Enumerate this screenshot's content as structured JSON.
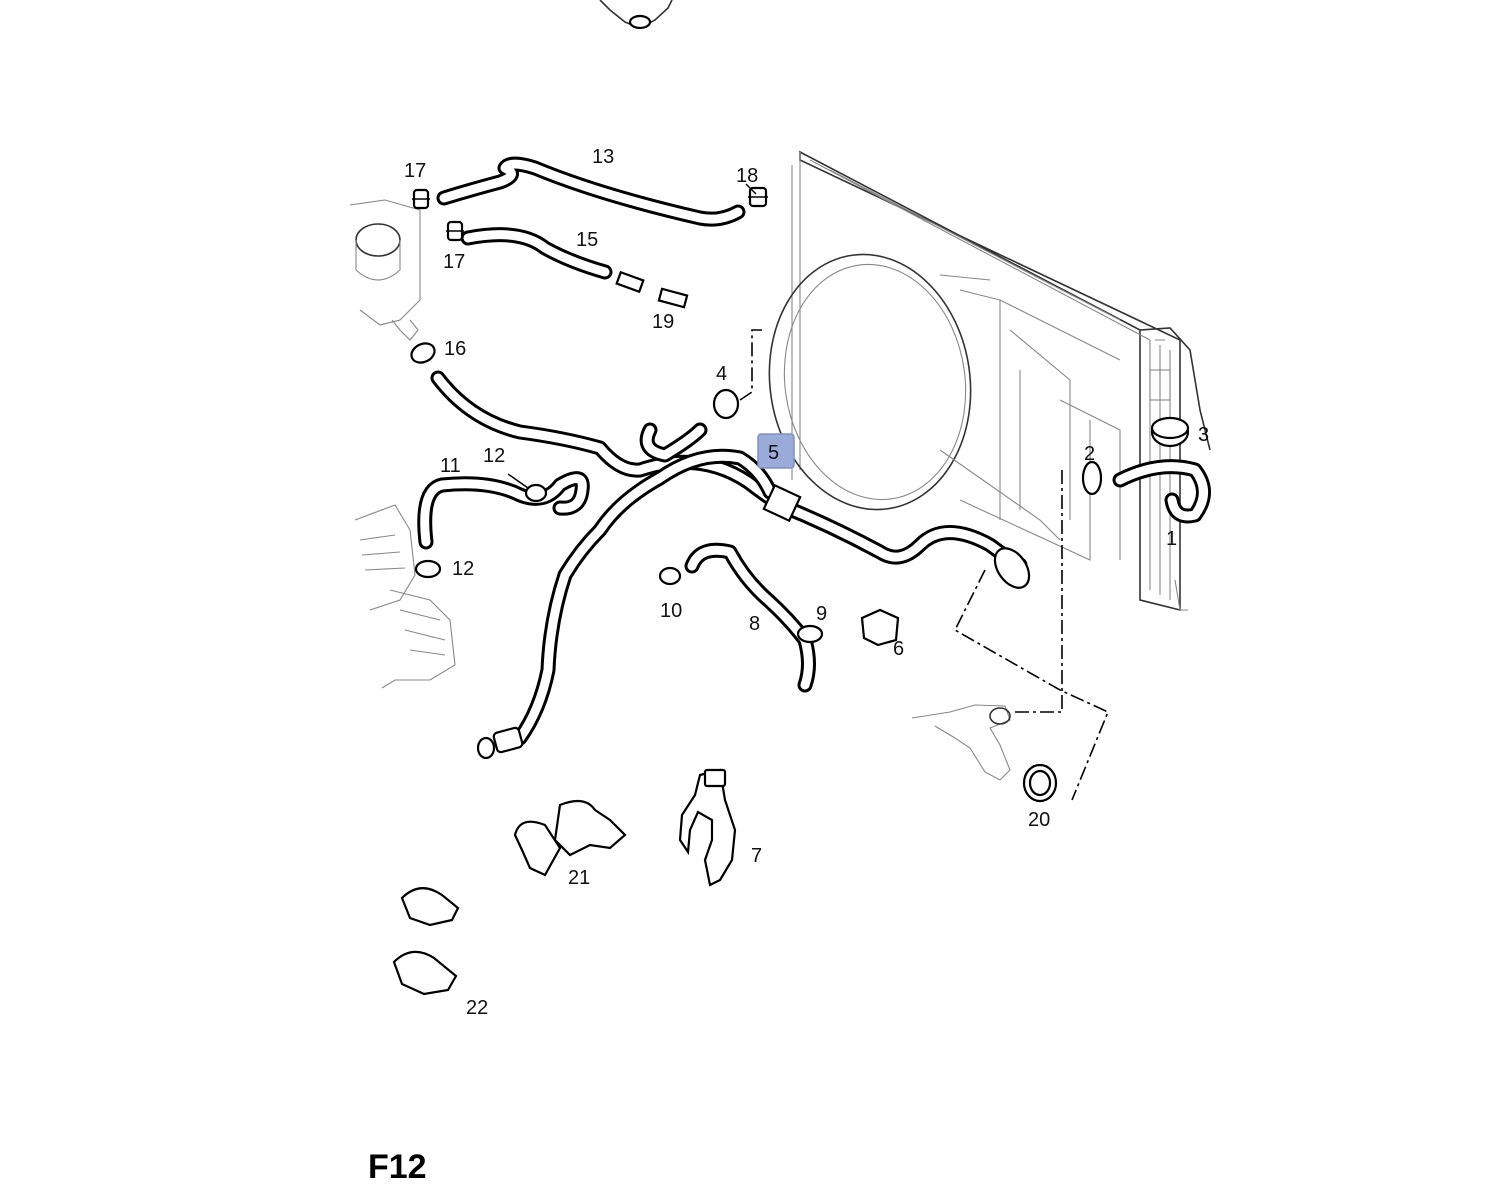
{
  "diagram": {
    "page_code": "F12",
    "highlight_color": "#9aaad9",
    "labels": {
      "p1": "1",
      "p2": "2",
      "p3": "3",
      "p4": "4",
      "p5": "5",
      "p6": "6",
      "p7": "7",
      "p8": "8",
      "p9": "9",
      "p10": "10",
      "p11": "11",
      "p12a": "12",
      "p12b": "12",
      "p13": "13",
      "p15": "15",
      "p16": "16",
      "p17a": "17",
      "p17b": "17",
      "p18": "18",
      "p19": "19",
      "p20": "20",
      "p21": "21",
      "p22": "22"
    }
  }
}
